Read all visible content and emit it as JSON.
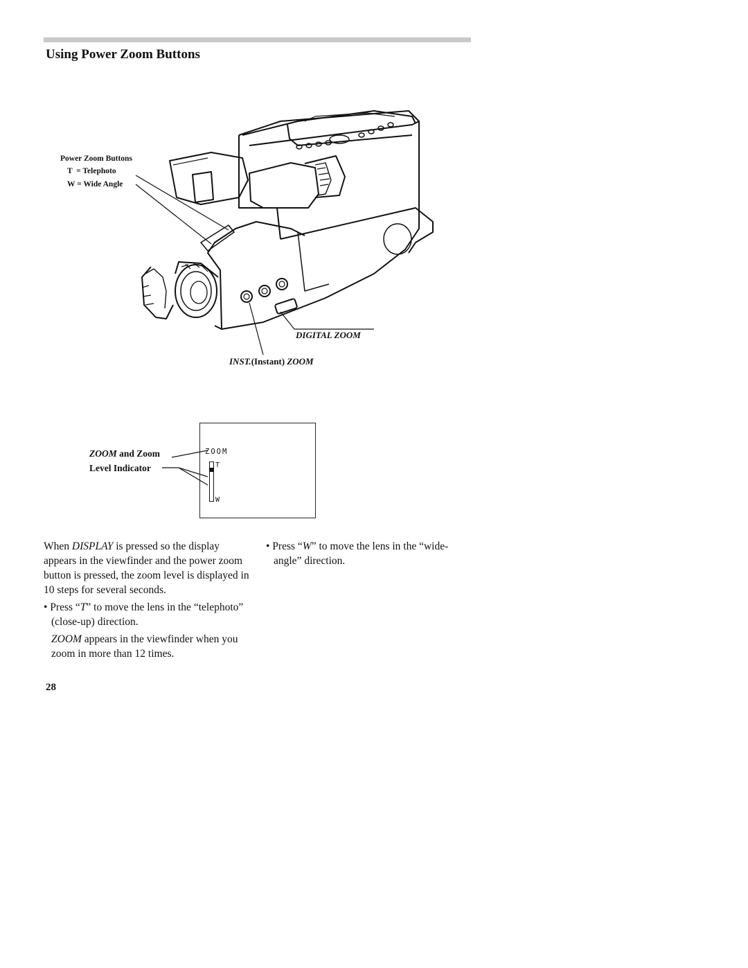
{
  "header": {
    "title": "Using Power Zoom Buttons"
  },
  "camera_figure": {
    "label_lines": [
      "Power Zoom Buttons",
      "T  = Telephoto",
      "W = Wide Angle"
    ],
    "digital_zoom_callout": "DIGITAL ZOOM",
    "inst_zoom_callout": {
      "prefix": "INST.",
      "middle": "(Instant)",
      "suffix": "ZOOM"
    }
  },
  "viewfinder_figure": {
    "label_prefix": "ZOOM",
    "label_suffix": " and Zoom",
    "label_line2": "Level Indicator",
    "screen_word": "ZOOM",
    "tele_mark": "T",
    "wide_mark": "W",
    "zoom_level_fraction": 0.85
  },
  "body": {
    "intro": {
      "a": "When ",
      "b": "DISPLAY",
      "c": " is pressed so the display appears in the viewfinder and the power zoom button is pressed, the zoom level is displayed in 10 steps for several seconds."
    },
    "bullet_t": {
      "a": "• Press “",
      "b": "T",
      "c": "” to move the lens in the “telephoto” (close-up) direction."
    },
    "note_zoom": {
      "a": "ZOOM",
      "b": " appears in the viewfinder when you zoom in more than 12 times."
    },
    "bullet_w": {
      "a": "• Press “",
      "b": "W",
      "c": "” to move the lens in the “wide-angle” direction."
    }
  },
  "footer": {
    "page_number": "28"
  }
}
